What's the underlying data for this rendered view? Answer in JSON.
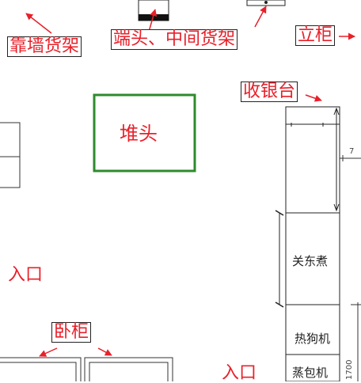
{
  "labels": {
    "wall_shelf": "靠墙货架",
    "end_cap_middle_shelf": "端头、中间货架",
    "standing_cabinet": "立柜",
    "checkout": "收银台",
    "display_stack": "堆头",
    "entrance_left": "入口",
    "reach_in_cabinet": "卧柜",
    "entrance_bottom": "入口"
  },
  "counter_sections": {
    "oden": "关东煮",
    "hotdog": "热狗机",
    "bun_steamer": "蒸包机"
  },
  "dimensions": {
    "top_right": "7",
    "bottom_right": "1700"
  },
  "colors": {
    "annotation_red": "#e8202a",
    "stack_green": "#2e8b2e",
    "line_dark": "#222222"
  }
}
